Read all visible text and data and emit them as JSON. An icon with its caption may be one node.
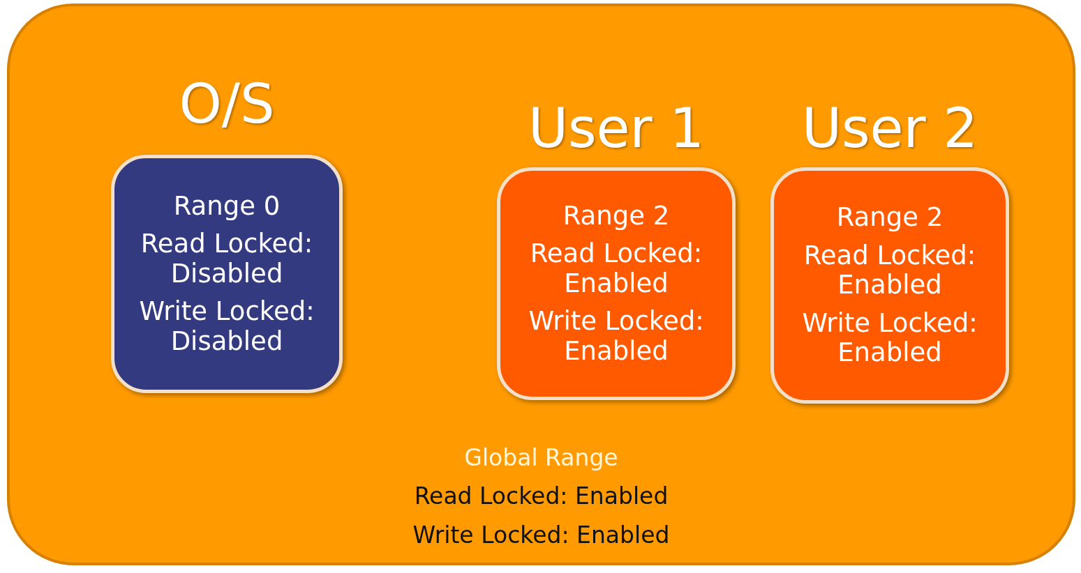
{
  "diagram": {
    "nodes": [
      {
        "text": [
          "Global Range",
          "Read Locked: Enabled",
          "Write Locked: Enabled"
        ]
      },
      {
        "text": [
          "O/S",
          "Range 0",
          "Read Locked: Disabled",
          "Write Locked: Disabled"
        ],
        "in": 0
      },
      {
        "text": [
          "User 1",
          "Range 2",
          "Read Locked: Enabled",
          "Write Locked: Enabled"
        ],
        "in": 0
      },
      {
        "text": [
          "User 2",
          "Range 2",
          "Read Locked: Enabled",
          "Write Locked: Enabled"
        ],
        "in": 0
      }
    ]
  }
}
